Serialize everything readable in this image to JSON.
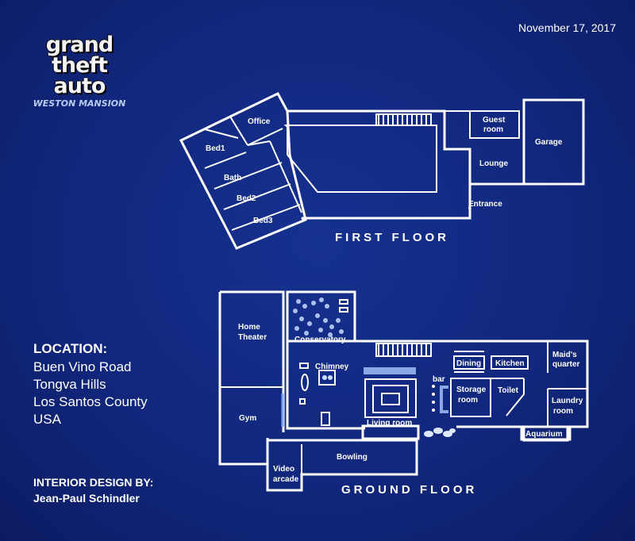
{
  "date": "November 17, 2017",
  "logo": {
    "line1": "grand",
    "line2": "theft",
    "line3": "auto",
    "subtitle": "WESTON MANSION"
  },
  "floors": {
    "first": "FIRST FLOOR",
    "ground": "GROUND FLOOR"
  },
  "first_floor_rooms": {
    "office": "Office",
    "bed1": "Bed1",
    "bath": "Bath",
    "bed2": "Bed2",
    "bed3": "Bed3",
    "guest1": "Guest",
    "guest2": "room",
    "lounge": "Lounge",
    "garage": "Garage",
    "entrance": "Entrance"
  },
  "ground_floor_rooms": {
    "home_theater1": "Home",
    "home_theater2": "Theater",
    "conservatory": "Conservatory",
    "chimney": "Chimney",
    "dining": "Dining",
    "kitchen": "Kitchen",
    "maids1": "Maid's",
    "maids2": "quarter",
    "bar": "bar",
    "storage1": "Storage",
    "storage2": "room",
    "toilet": "Toilet",
    "laundry1": "Laundry",
    "laundry2": "room",
    "gym": "Gym",
    "living": "Living room",
    "aquarium": "Aquarium",
    "bowling": "Bowling",
    "arcade1": "Video",
    "arcade2": "arcade"
  },
  "location": {
    "heading": "LOCATION:",
    "lines": [
      "Buen Vino Road",
      "Tongva Hills",
      "Los Santos County",
      "USA"
    ]
  },
  "credit": {
    "heading": "INTERIOR DESIGN BY:",
    "name": "Jean-Paul Schindler"
  }
}
